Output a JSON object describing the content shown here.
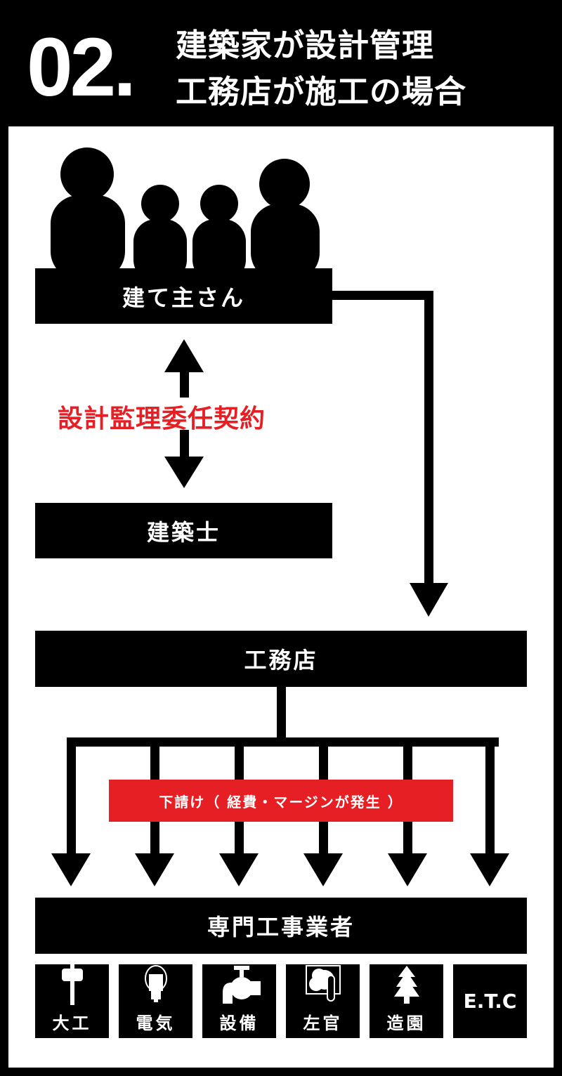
{
  "header": {
    "number": "02.",
    "line1": "建築家が設計管理",
    "line2": "工務店が施工の場合"
  },
  "client": "建て主さん",
  "contract": "設計監理委任契約",
  "architect": "建築士",
  "contractor": "工務店",
  "subcontract_note": "下請け（ 経費・マージンが発生 ）",
  "specialists": "専門工事業者",
  "trades": [
    {
      "label": "大工",
      "icon": "hammer-icon"
    },
    {
      "label": "電気",
      "icon": "light-bulb-icon"
    },
    {
      "label": "設備",
      "icon": "faucet-icon"
    },
    {
      "label": "左官",
      "icon": "plaster-icon"
    },
    {
      "label": "造園",
      "icon": "tree-icon"
    },
    {
      "label": "E.T.C",
      "icon": ""
    }
  ],
  "colors": {
    "accent": "#e51f24",
    "ink": "#000000"
  }
}
